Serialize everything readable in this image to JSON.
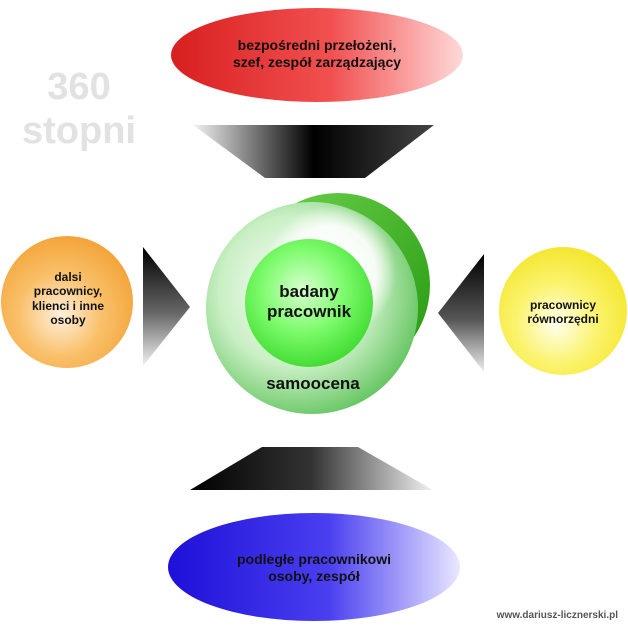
{
  "title_mark": "360\nstopni",
  "nodes": {
    "top": {
      "label": "bezpośredni przełożeni,\nszef, zespół zarządzający"
    },
    "left": {
      "label": "dalsi\npracownicy,\nklienci i inne\nosoby"
    },
    "right": {
      "label": "pracownicy\nrównorzędni"
    },
    "bottom": {
      "label": "podległe pracownikowi\nosoby, zespół"
    },
    "center_inner": {
      "label": "badany\npracownik"
    },
    "center_outer": {
      "label": "samoocena"
    }
  },
  "footer": {
    "credit": "www.dariusz-licznerski.pl"
  },
  "colors": {
    "top": "#ee2d2d",
    "left": "#f7a63a",
    "right": "#f4ea20",
    "bottom": "#2b20e8",
    "green": "#3fae1c"
  }
}
